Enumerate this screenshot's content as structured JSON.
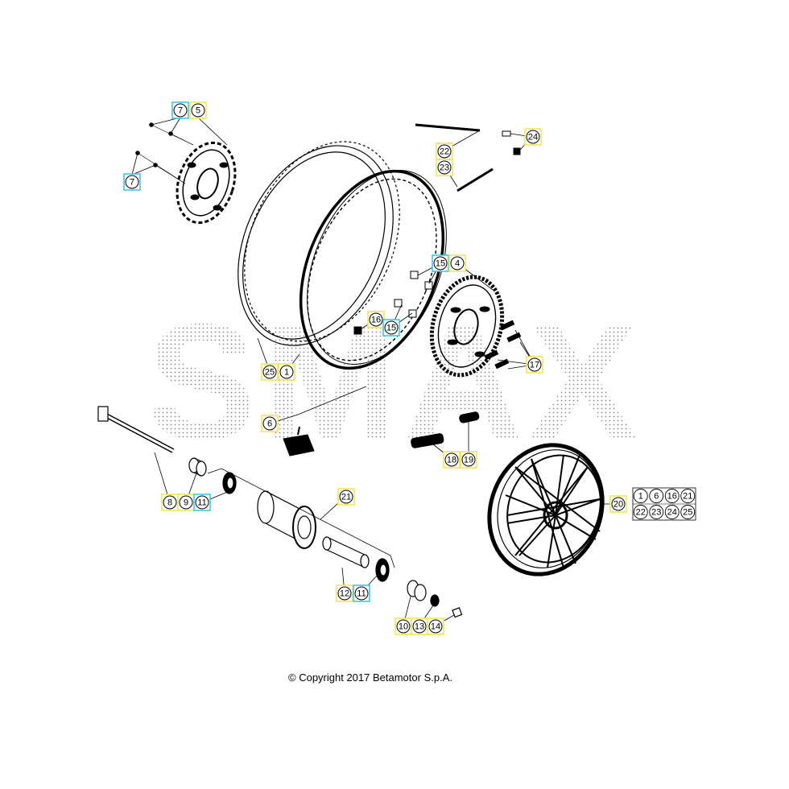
{
  "watermark": "SMAX",
  "copyright": "© Copyright 2017 Betamotor S.p.A.",
  "colors": {
    "yellow_box": "#f2e64a",
    "cyan_box": "#35c4e8",
    "line": "#000000"
  },
  "callouts": [
    {
      "label": "7",
      "tag": "cyan"
    },
    {
      "label": "5",
      "tag": "yellow"
    },
    {
      "label": "7",
      "tag": "cyan"
    },
    {
      "label": "22",
      "tag": "yellow"
    },
    {
      "label": "23",
      "tag": "yellow"
    },
    {
      "label": "24",
      "tag": "yellow"
    },
    {
      "label": "15",
      "tag": "cyan"
    },
    {
      "label": "4",
      "tag": "yellow"
    },
    {
      "label": "16",
      "tag": "yellow"
    },
    {
      "label": "15",
      "tag": "cyan"
    },
    {
      "label": "17",
      "tag": "yellow"
    },
    {
      "label": "25",
      "tag": "yellow"
    },
    {
      "label": "1",
      "tag": "yellow"
    },
    {
      "label": "6",
      "tag": "yellow"
    },
    {
      "label": "18",
      "tag": "yellow"
    },
    {
      "label": "19",
      "tag": "yellow"
    },
    {
      "label": "8",
      "tag": "yellow"
    },
    {
      "label": "9",
      "tag": "yellow"
    },
    {
      "label": "11",
      "tag": "cyan"
    },
    {
      "label": "21",
      "tag": "yellow"
    },
    {
      "label": "20",
      "tag": "yellow"
    },
    {
      "label": "12",
      "tag": "yellow"
    },
    {
      "label": "11",
      "tag": "cyan"
    },
    {
      "label": "10",
      "tag": "yellow"
    },
    {
      "label": "13",
      "tag": "yellow"
    },
    {
      "label": "14",
      "tag": "yellow"
    }
  ],
  "legend": {
    "row1": [
      "1",
      "6",
      "16",
      "21"
    ],
    "row2": [
      "22",
      "23",
      "24",
      "25"
    ]
  }
}
